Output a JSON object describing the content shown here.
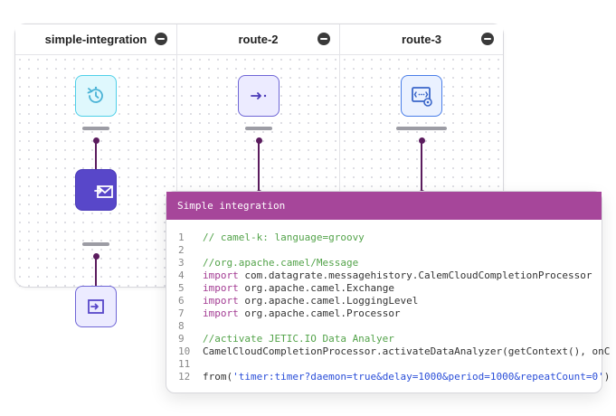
{
  "routes": [
    {
      "title": "simple-integration",
      "nodes": [
        "timer-icon",
        "mail-in-icon",
        "direct-in-icon"
      ]
    },
    {
      "title": "route-2",
      "nodes": [
        "direct-arrow-icon",
        "mail-icon"
      ]
    },
    {
      "title": "route-3",
      "nodes": [
        "data-settings-icon",
        "code-braces-icon"
      ]
    }
  ],
  "code_panel": {
    "title": "Simple integration",
    "lines": [
      {
        "n": "1",
        "text": "// camel-k: language=groovy",
        "kind": "comment"
      },
      {
        "n": "2",
        "text": "",
        "kind": "plain"
      },
      {
        "n": "3",
        "text": "//org.apache.camel/Message",
        "kind": "comment"
      },
      {
        "n": "4",
        "kw": "import",
        "text": " com.datagrate.messagehistory.CalemCloudCompletionProcessor",
        "kind": "import"
      },
      {
        "n": "5",
        "kw": "import",
        "text": " org.apache.camel.Exchange",
        "kind": "import"
      },
      {
        "n": "6",
        "kw": "import",
        "text": " org.apache.camel.LoggingLevel",
        "kind": "import"
      },
      {
        "n": "7",
        "kw": "import",
        "text": " org.apache.camel.Processor",
        "kind": "import"
      },
      {
        "n": "8",
        "text": "",
        "kind": "plain"
      },
      {
        "n": "9",
        "text": "//activate JETIC.IO Data Analyer",
        "kind": "comment"
      },
      {
        "n": "10",
        "text": "CamelCloudCompletionProcessor.activateDataAnalyzer(getContext(), onC",
        "kind": "plain"
      },
      {
        "n": "11",
        "text": "",
        "kind": "plain"
      },
      {
        "n": "12",
        "pre": "from(",
        "str": "'timer:timer?daemon=true&delay=1000&period=1000&repeatCount=0'",
        "post": ")",
        "kind": "call"
      }
    ]
  },
  "colors": {
    "header_accent": "#a6469a",
    "connector": "#5b1c5e",
    "comment": "#53a34a",
    "keyword": "#a33c93",
    "string": "#2a4ed8"
  }
}
